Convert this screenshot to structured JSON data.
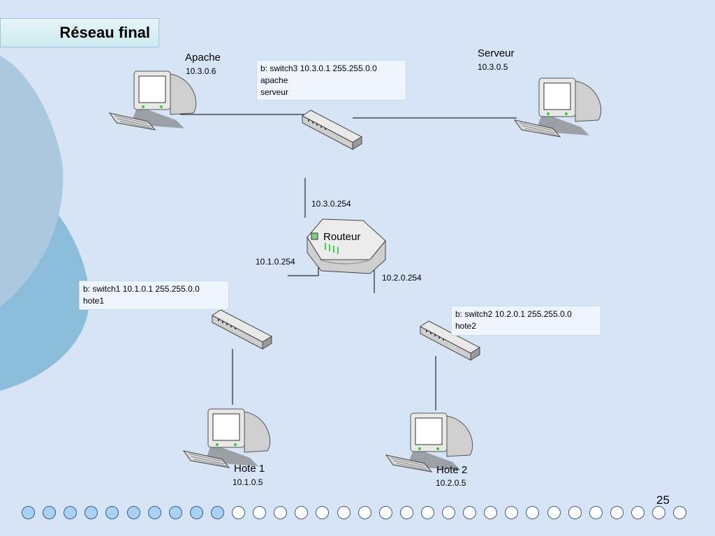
{
  "slide": {
    "title": "Réseau final",
    "page_number": "25",
    "progress": {
      "total": 32,
      "filled": 10
    }
  },
  "nodes": {
    "apache": {
      "name": "Apache",
      "ip": "10.3.0.6",
      "icon": "computer-icon"
    },
    "serveur": {
      "name": "Serveur",
      "ip": "10.3.0.5",
      "icon": "computer-icon"
    },
    "hote1": {
      "name": "Hote 1",
      "ip": "10.1.0.5",
      "icon": "computer-icon"
    },
    "hote2": {
      "name": "Hote 2",
      "ip": "10.2.0.5",
      "icon": "computer-icon"
    },
    "routeur": {
      "name": "Routeur",
      "icon": "router-icon",
      "ip_top": "10.3.0.254",
      "ip_left": "10.1.0.254",
      "ip_right": "10.2.0.254"
    },
    "switch1": {
      "icon": "switch-icon"
    },
    "switch2": {
      "icon": "switch-icon"
    },
    "switch3": {
      "icon": "switch-icon"
    }
  },
  "notes": {
    "switch3": [
      "b: switch3 10.3.0.1 255.255.0.0",
      "apache",
      "serveur"
    ],
    "switch1": [
      "b: switch1 10.1.0.1 255.255.0.0",
      "hote1"
    ],
    "switch2": [
      "b: switch2 10.2.0.1 255.255.0.0",
      "hote2"
    ]
  },
  "colors": {
    "background": "#d6e4f5",
    "dot_filled": "#a9d1f5",
    "dot_empty": "#ffffff",
    "dot_border": "#3d5a80"
  }
}
